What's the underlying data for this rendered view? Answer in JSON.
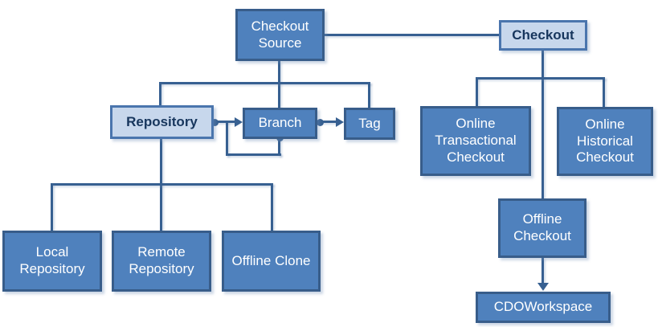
{
  "diagram": {
    "type": "hierarchy",
    "colors": {
      "node_fill_dark": "#4f81bd",
      "node_border_dark": "#385d8a",
      "node_fill_light": "#c7d7ec",
      "node_border_light": "#4a75ad",
      "node_text_light": "#ffffff",
      "node_text_dark": "#17365d",
      "connector": "#376091"
    },
    "nodes": {
      "checkout_source": {
        "label": "Checkout Source",
        "style": "dark"
      },
      "checkout": {
        "label": "Checkout",
        "style": "light-bold"
      },
      "repository": {
        "label": "Repository",
        "style": "light-bold"
      },
      "branch": {
        "label": "Branch",
        "style": "dark"
      },
      "tag": {
        "label": "Tag",
        "style": "dark"
      },
      "online_transactional_checkout": {
        "label": "Online Transactional Checkout",
        "style": "dark"
      },
      "online_historical_checkout": {
        "label": "Online Historical Checkout",
        "style": "dark"
      },
      "offline_checkout": {
        "label": "Offline Checkout",
        "style": "dark"
      },
      "cdo_workspace": {
        "label": "CDOWorkspace",
        "style": "dark"
      },
      "local_repository": {
        "label": "Local Repository",
        "style": "dark"
      },
      "remote_repository": {
        "label": "Remote Repository",
        "style": "dark"
      },
      "offline_clone": {
        "label": "Offline Clone",
        "style": "dark"
      }
    },
    "edges": [
      {
        "from": "checkout_source",
        "to": "checkout",
        "type": "plain-line"
      },
      {
        "from": "checkout_source",
        "to": "repository",
        "type": "tree-branch"
      },
      {
        "from": "checkout_source",
        "to": "branch",
        "type": "tree-branch"
      },
      {
        "from": "checkout_source",
        "to": "tag",
        "type": "tree-branch"
      },
      {
        "from": "repository",
        "to": "branch",
        "type": "dot-to-arrow"
      },
      {
        "from": "branch",
        "to": "branch",
        "type": "dot-to-arrow-self-loop"
      },
      {
        "from": "branch",
        "to": "tag",
        "type": "dot-to-arrow"
      },
      {
        "from": "repository",
        "to": "local_repository",
        "type": "tree-branch"
      },
      {
        "from": "repository",
        "to": "remote_repository",
        "type": "tree-branch"
      },
      {
        "from": "repository",
        "to": "offline_clone",
        "type": "tree-branch"
      },
      {
        "from": "checkout",
        "to": "online_transactional_checkout",
        "type": "tree-branch"
      },
      {
        "from": "checkout",
        "to": "online_historical_checkout",
        "type": "tree-branch"
      },
      {
        "from": "checkout",
        "to": "offline_checkout",
        "type": "tree-branch"
      },
      {
        "from": "offline_checkout",
        "to": "cdo_workspace",
        "type": "arrow"
      }
    ]
  }
}
